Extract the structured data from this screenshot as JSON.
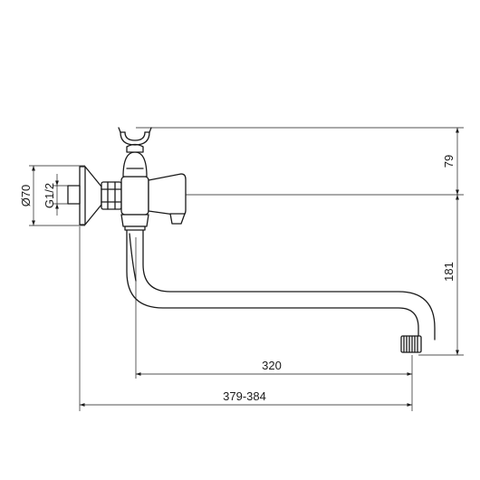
{
  "dimensions": {
    "width_total": "379-384",
    "width_spout": "320",
    "height_upper": "79",
    "height_lower": "181",
    "flange_diameter": "Ø70",
    "thread_size": "G1/2"
  },
  "colors": {
    "line": "#1a1a1a",
    "background": "#ffffff"
  }
}
